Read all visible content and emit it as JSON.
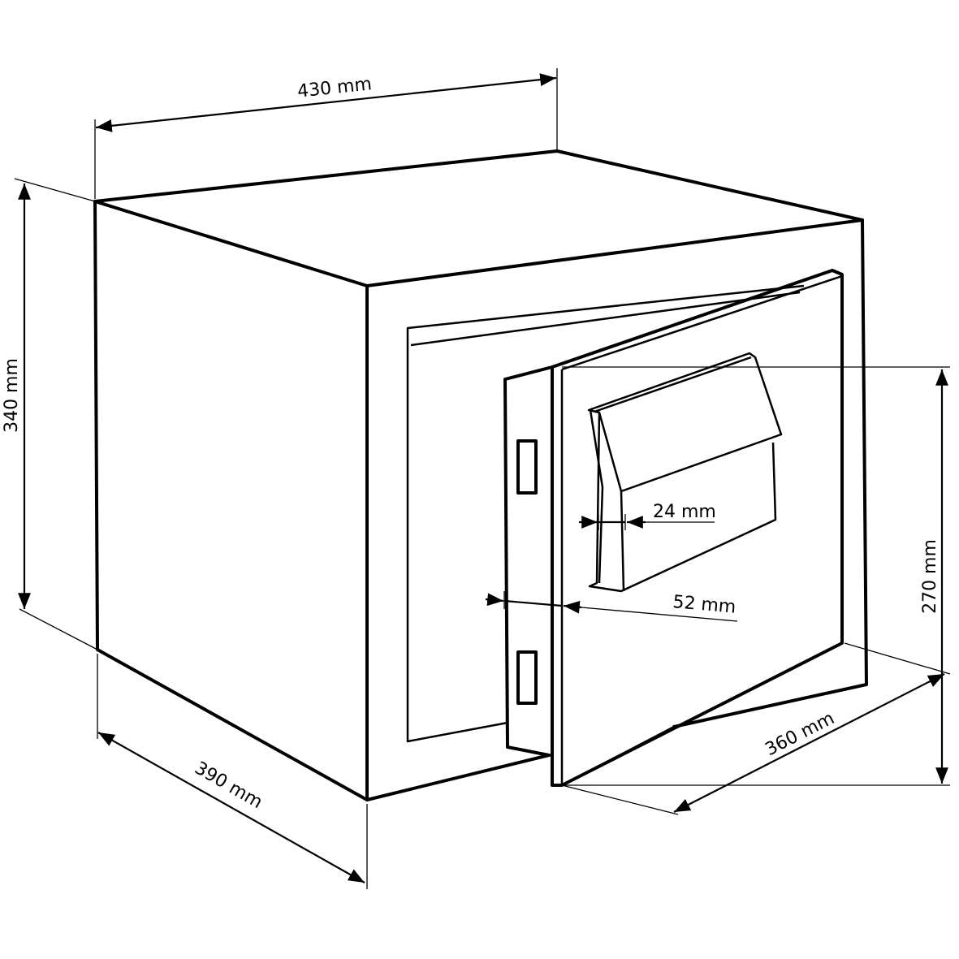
{
  "dimensions": {
    "width": "430 mm",
    "height": "340 mm",
    "depth": "390 mm",
    "door_width": "360 mm",
    "door_height": "270 mm",
    "slot_width": "24 mm",
    "door_thickness": "52 mm"
  },
  "colors": {
    "line": "#000000",
    "background": "#ffffff"
  }
}
